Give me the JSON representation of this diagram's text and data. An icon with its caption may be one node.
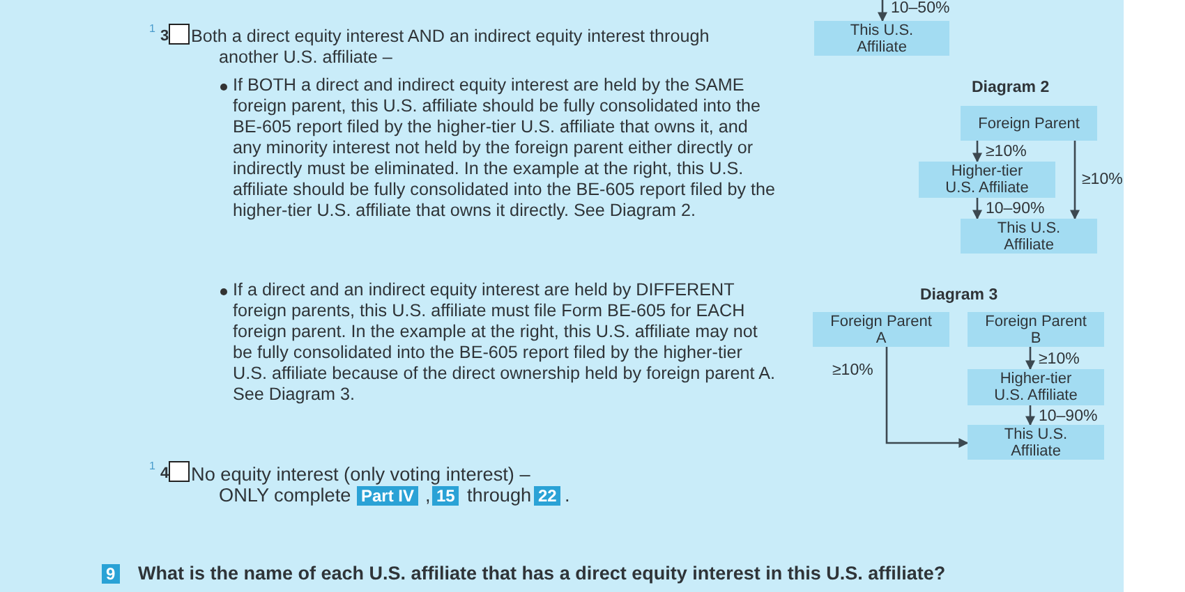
{
  "diagram": {
    "nodes": [
      {
        "text": [
          "This U.S. Affiliate"
        ]
      },
      {
        "text": [
          "Foreign Parent"
        ]
      },
      {
        "text": [
          "Higher-tier U.S. Affiliate"
        ]
      },
      {
        "text": [
          "This U.S. Affiliate"
        ]
      },
      {
        "text": [
          "Foreign Parent A"
        ]
      },
      {
        "text": [
          "Foreign Parent B"
        ]
      },
      {
        "text": [
          "Higher-tier U.S. Affiliate"
        ]
      },
      {
        "text": [
          "This U.S. Affiliate"
        ]
      }
    ],
    "edges": [
      {
        "from": null,
        "to": 0,
        "arrow": "to",
        "label": "10–50%"
      },
      {
        "from": 1,
        "to": 2,
        "arrow": "to",
        "label": "≥10%"
      },
      {
        "from": 2,
        "to": 3,
        "arrow": "to",
        "label": "10–90%"
      },
      {
        "from": 1,
        "to": 3,
        "arrow": "to",
        "label": "≥10%"
      },
      {
        "from": 5,
        "to": 6,
        "arrow": "to",
        "label": "≥10%"
      },
      {
        "from": 6,
        "to": 7,
        "arrow": "to",
        "label": "10–90%"
      },
      {
        "from": 4,
        "to": 7,
        "arrow": "to",
        "label": "≥10%"
      }
    ],
    "labels": [
      "1",
      "3",
      "Both a direct equity interest AND an indirect equity interest through another U.S. affiliate –",
      "If BOTH a direct and indirect equity interest are held by the SAME foreign parent, this U.S. affiliate should be fully consolidated into the BE-605 report filed by the higher-tier U.S. affiliate that owns it, and any minority interest not held by the foreign parent either directly or indirectly must be eliminated. In the example at the right, this U.S. affiliate should be fully consolidated into the BE-605 report filed by the higher-tier U.S. affiliate that owns it directly. See Diagram 2.",
      "Diagram 2",
      "If a direct and an indirect equity interest are held by DIFFERENT foreign parents, this U.S. affiliate must file Form BE-605 for EACH foreign parent. In the example at the right, this U.S. affiliate may not be fully consolidated into the BE-605 report filed by the higher-tier U.S. affiliate because of the direct ownership held by foreign parent A. See Diagram 3.",
      "Diagram 3",
      "1",
      "4",
      "No equity interest (only voting interest) –",
      "ONLY complete",
      "Part IV",
      ",",
      "15",
      "through",
      "22",
      ".",
      "9",
      "What is the name of each U.S. affiliate that has a direct equity interest in this U.S. affiliate?"
    ]
  }
}
